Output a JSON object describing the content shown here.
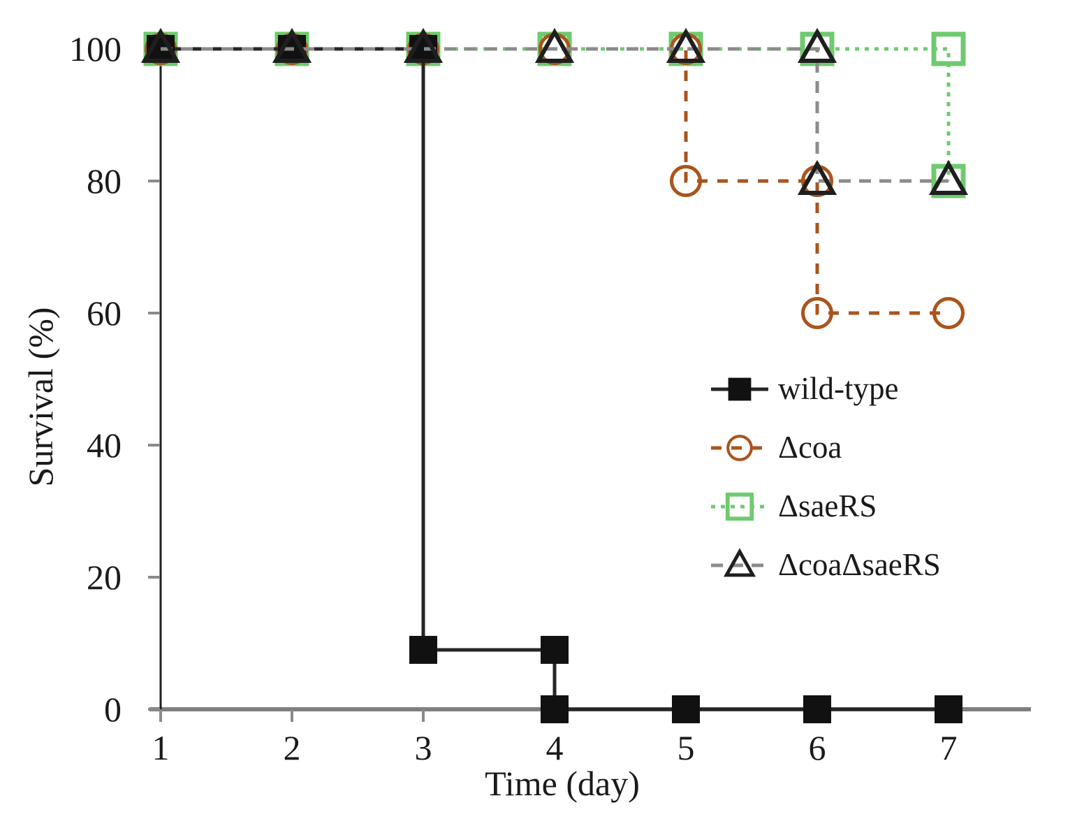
{
  "figure": {
    "background": "#ffffff"
  },
  "chart_data": {
    "type": "line",
    "subtype": "step-survival-curve",
    "title": "",
    "xlabel": "Time (day)",
    "ylabel": "Survival (%)",
    "xlim": [
      1,
      7
    ],
    "ylim": [
      0,
      100
    ],
    "x_ticks": [
      1,
      2,
      3,
      4,
      5,
      6,
      7
    ],
    "y_ticks": [
      0,
      20,
      40,
      60,
      80,
      100
    ],
    "grid": false,
    "axis_color": "#7f7f7f",
    "tick_color": "#8a8a8a",
    "yaxis_line_color": "#1f1f1f",
    "legend_position": "inside lower-right",
    "draw_order": [
      "ΔsaeRS",
      "Δcoa",
      "wild-type",
      "ΔcoaΔsaeRS"
    ],
    "series": [
      {
        "name": "wild-type",
        "color": "#262626",
        "marker_color": "#111111",
        "line_style": "solid",
        "dash": null,
        "marker": "filled-square",
        "steps": [
          [
            1,
            100
          ],
          [
            3,
            100
          ],
          [
            3,
            9
          ],
          [
            4,
            9
          ],
          [
            4,
            0
          ],
          [
            7,
            0
          ]
        ],
        "markers": [
          [
            1,
            100
          ],
          [
            2,
            100
          ],
          [
            3,
            100
          ],
          [
            3,
            9
          ],
          [
            4,
            9
          ],
          [
            4,
            0
          ],
          [
            5,
            0
          ],
          [
            6,
            0
          ],
          [
            7,
            0
          ]
        ]
      },
      {
        "name": "Δcoa",
        "color": "#a9551d",
        "marker_color": "#a9551d",
        "line_style": "dashed",
        "dash": [
          15,
          14
        ],
        "marker": "open-circle",
        "steps": [
          [
            1,
            100
          ],
          [
            5,
            100
          ],
          [
            5,
            80
          ],
          [
            6,
            80
          ],
          [
            6,
            60
          ],
          [
            7,
            60
          ]
        ],
        "markers": [
          [
            1,
            100
          ],
          [
            2,
            100
          ],
          [
            3,
            100
          ],
          [
            4,
            100
          ],
          [
            5,
            100
          ],
          [
            5,
            80
          ],
          [
            6,
            80
          ],
          [
            6,
            60
          ],
          [
            7,
            60
          ]
        ]
      },
      {
        "name": "ΔsaeRS",
        "color": "#6fca6f",
        "marker_color": "#6fca6f",
        "line_style": "dotted",
        "dash": [
          6,
          8
        ],
        "marker": "open-square",
        "steps": [
          [
            1,
            100
          ],
          [
            7,
            100
          ],
          [
            7,
            80
          ]
        ],
        "markers": [
          [
            1,
            100
          ],
          [
            2,
            100
          ],
          [
            3,
            100
          ],
          [
            4,
            100
          ],
          [
            5,
            100
          ],
          [
            6,
            100
          ],
          [
            7,
            100
          ],
          [
            7,
            80
          ]
        ]
      },
      {
        "name": "ΔcoaΔsaeRS",
        "color": "#8b8b8b",
        "marker_color": "#1f1f1f",
        "line_style": "dashed",
        "dash": [
          17,
          12
        ],
        "marker": "open-triangle",
        "steps": [
          [
            1,
            100
          ],
          [
            6,
            100
          ],
          [
            6,
            80
          ],
          [
            7,
            80
          ]
        ],
        "markers": [
          [
            1,
            100
          ],
          [
            2,
            100
          ],
          [
            3,
            100
          ],
          [
            4,
            100
          ],
          [
            5,
            100
          ],
          [
            6,
            100
          ],
          [
            6,
            80
          ],
          [
            7,
            80
          ]
        ]
      }
    ]
  }
}
